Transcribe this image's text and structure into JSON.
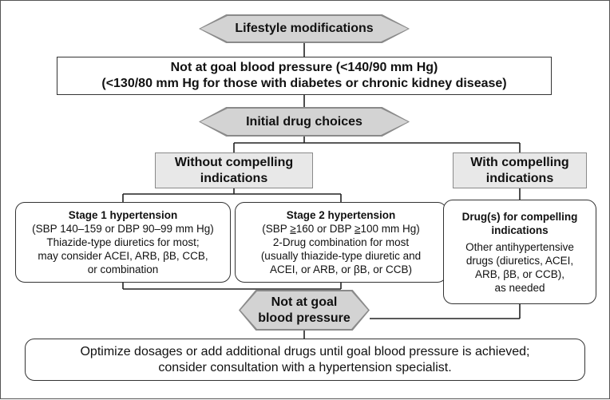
{
  "lifestyle": {
    "label": "Lifestyle modifications"
  },
  "not_at_goal_top": {
    "line1": "Not at goal blood pressure (<140/90 mm Hg)",
    "line2": "(<130/80 mm Hg for those with diabetes or chronic kidney disease)"
  },
  "initial_drug": {
    "label": "Initial drug choices"
  },
  "without_compelling": {
    "line1": "Without compelling",
    "line2": "indications"
  },
  "with_compelling": {
    "line1": "With compelling",
    "line2": "indications"
  },
  "stage1": {
    "title": "Stage 1 hypertension",
    "range": "(SBP 140–159 or DBP 90–99 mm Hg)",
    "line1": "Thiazide-type diuretics for most;",
    "line2": "may consider ACEI, ARB, βB, CCB,",
    "line3": "or combination"
  },
  "stage2": {
    "title": "Stage 2 hypertension",
    "range_prefix": "(SBP ",
    "range_ge1": "≥",
    "range_mid": "160 or DBP ",
    "range_ge2": "≥",
    "range_suffix": "100 mm Hg)",
    "line1": "2-Drug combination for most",
    "line2": "(usually thiazide-type diuretic and",
    "line3": "ACEI, or ARB, or βB, or CCB)"
  },
  "compelling_drugs": {
    "title1": "Drug(s) for compelling",
    "title2": "indications",
    "line1": "Other antihypertensive",
    "line2": "drugs (diuretics, ACEI,",
    "line3": "ARB, βB, or CCB),",
    "line4": "as needed"
  },
  "not_at_goal_bottom": {
    "line1": "Not at goal",
    "line2": "blood pressure"
  },
  "optimize": {
    "line1": "Optimize dosages or add additional drugs until goal blood pressure is achieved;",
    "line2": "consider consultation with a hypertension specialist."
  },
  "colors": {
    "hex_fill": "#d3d3d3",
    "hex_border": "#8a8a8a",
    "gray_box_fill": "#e8e8e8",
    "line": "#222222"
  }
}
